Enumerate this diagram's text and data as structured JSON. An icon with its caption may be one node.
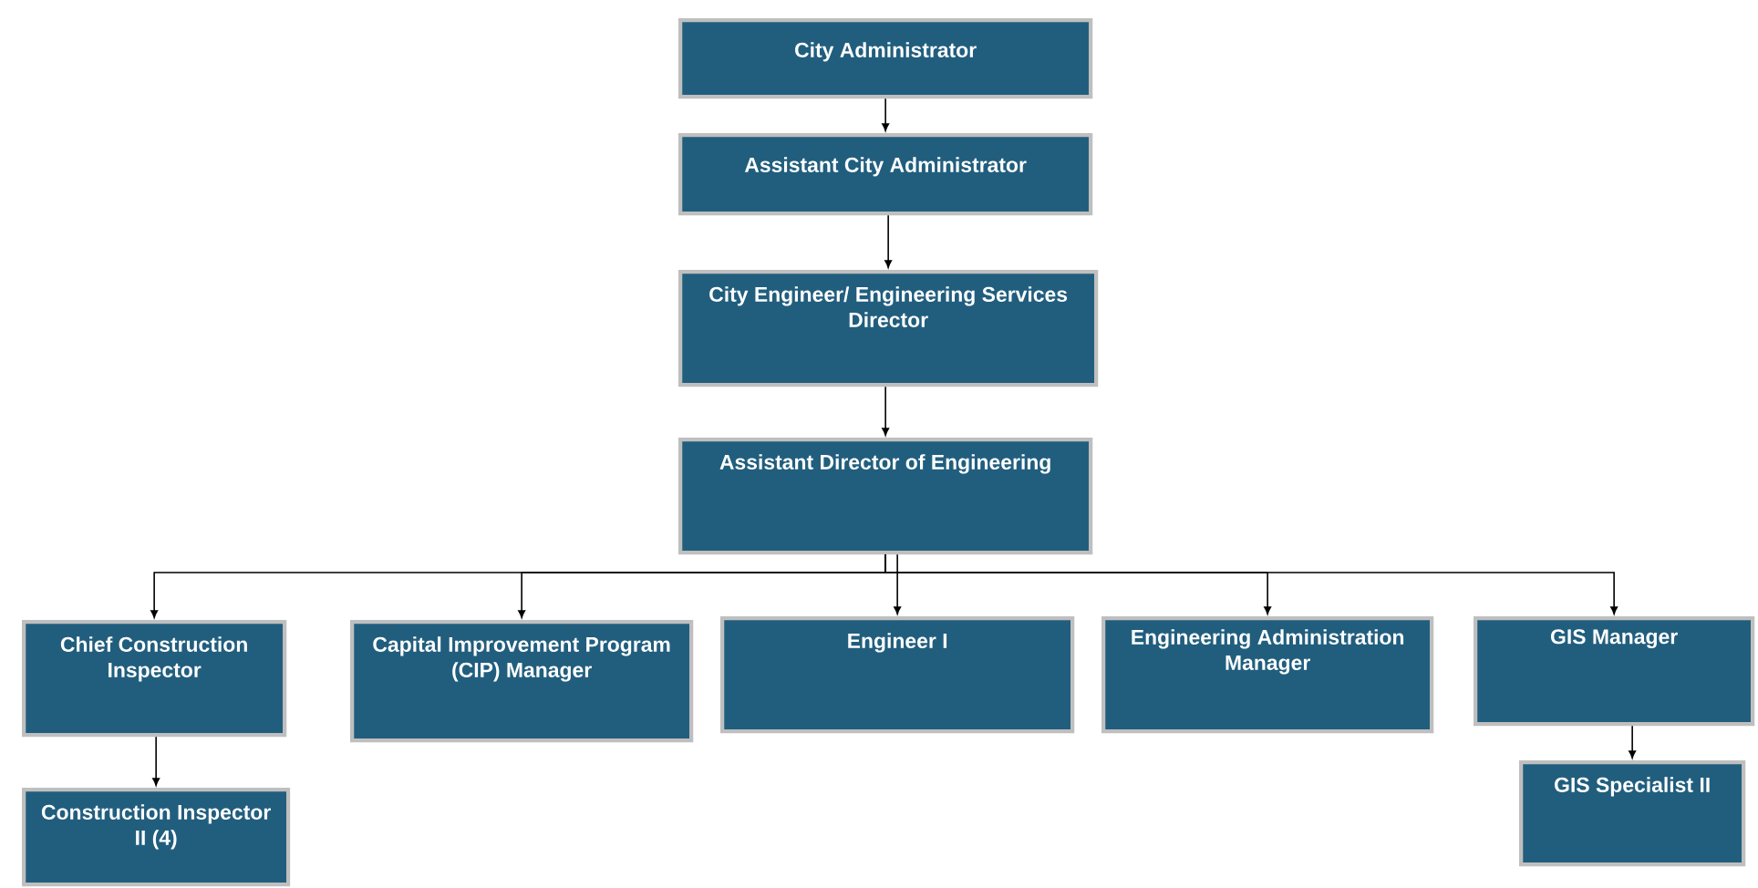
{
  "diagram": {
    "nodes": [
      {
        "text": [
          "City Administrator"
        ]
      },
      {
        "text": [
          "Assistant City Administrator"
        ]
      },
      {
        "text": [
          "City Engineer/ Engineering Services Director"
        ]
      },
      {
        "text": [
          "Assistant Director of Engineering"
        ]
      },
      {
        "text": [
          "Chief Construction Inspector"
        ]
      },
      {
        "text": [
          "Capital Improvement Program (CIP) Manager"
        ]
      },
      {
        "text": [
          "Engineer I"
        ]
      },
      {
        "text": [
          "Engineering Administration Manager"
        ]
      },
      {
        "text": [
          "GIS Manager"
        ]
      },
      {
        "text": [
          "Construction Inspector II (4)"
        ]
      },
      {
        "text": [
          "GIS Specialist II"
        ]
      }
    ],
    "edges": [
      {
        "from": 0,
        "to": 1,
        "arrow": "to"
      },
      {
        "from": 1,
        "to": 2,
        "arrow": "to"
      },
      {
        "from": 2,
        "to": 3,
        "arrow": "to"
      },
      {
        "from": 3,
        "to": 4,
        "arrow": "to"
      },
      {
        "from": 3,
        "to": 5,
        "arrow": "to"
      },
      {
        "from": 3,
        "to": 6,
        "arrow": "to"
      },
      {
        "from": 3,
        "to": 7,
        "arrow": "to"
      },
      {
        "from": 3,
        "to": 8,
        "arrow": "to"
      },
      {
        "from": 4,
        "to": 9,
        "arrow": "to"
      },
      {
        "from": 8,
        "to": 10,
        "arrow": "to"
      }
    ]
  }
}
